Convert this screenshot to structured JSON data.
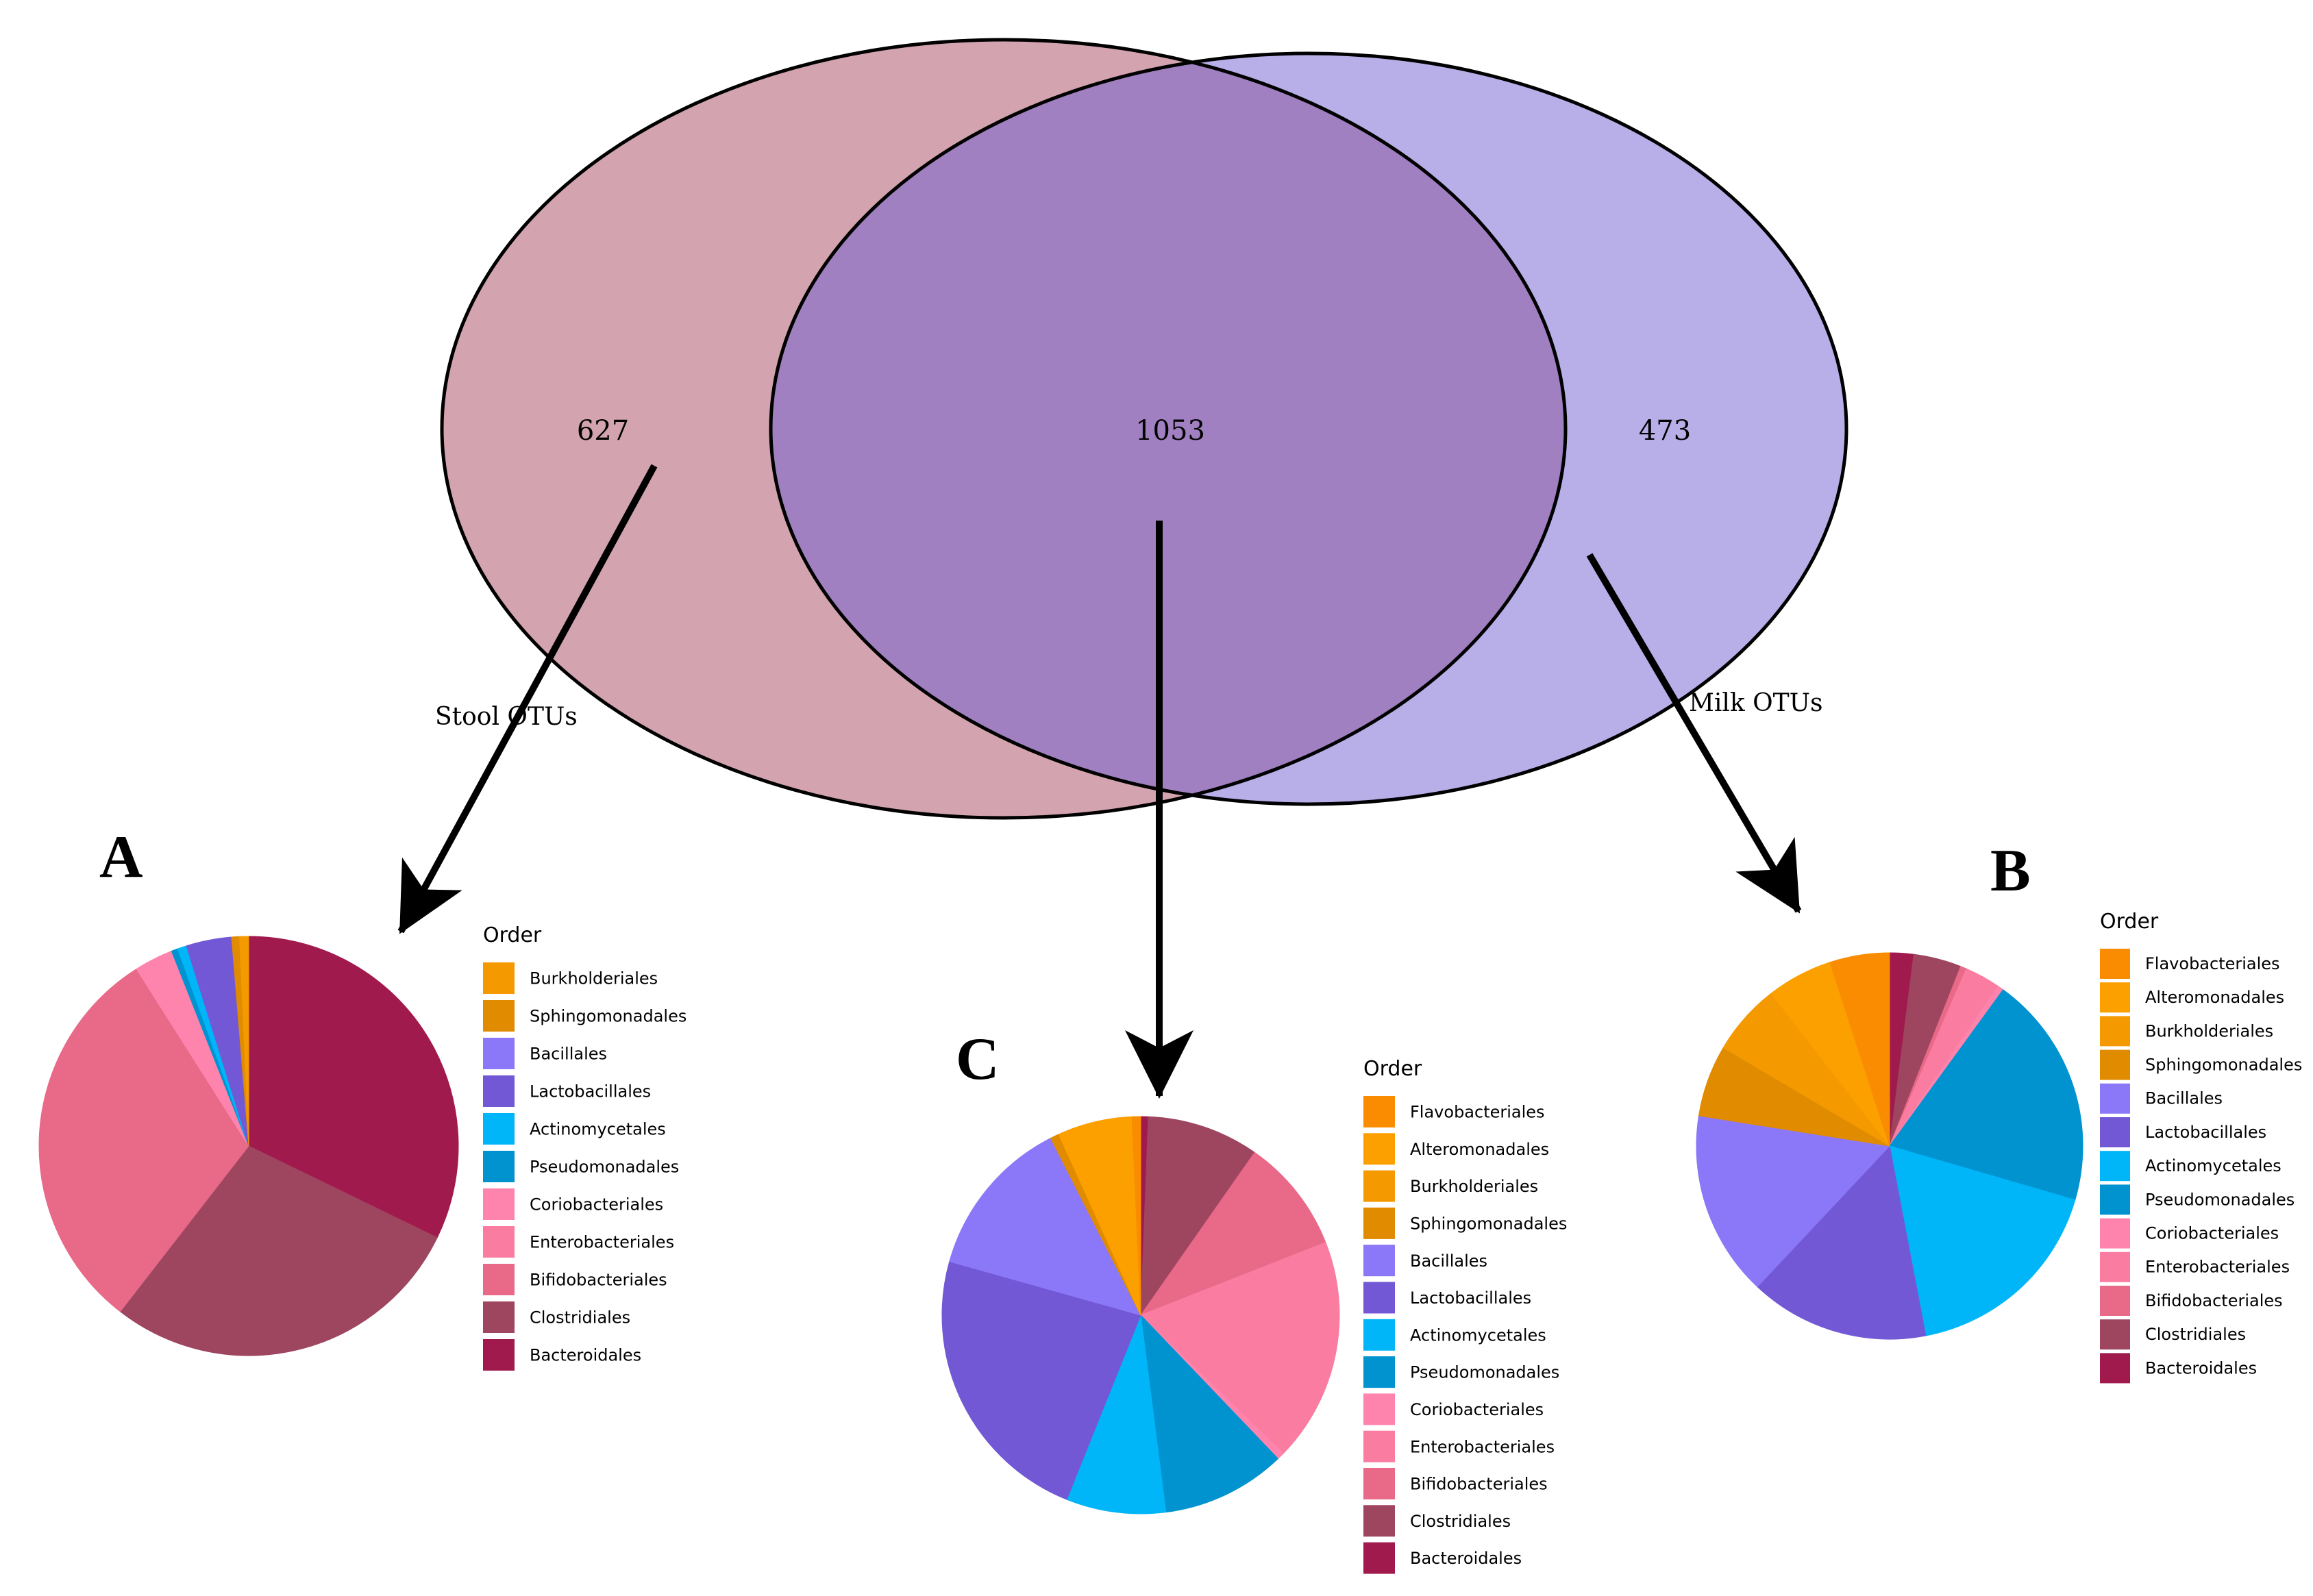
{
  "venn": {
    "left": {
      "count": "627",
      "label": "Stool OTUs",
      "color": "#D3A4AF"
    },
    "overlap": {
      "count": "1053",
      "color": "#A080C0"
    },
    "right": {
      "count": "473",
      "label": "Milk OTUs",
      "color": "#B8AEE8"
    }
  },
  "chart_data": [
    {
      "type": "pie",
      "panel": "A",
      "legend_title": "Order",
      "slices": [
        {
          "label": "Burkholderiales",
          "value": 0.7,
          "color": "#F49A00"
        },
        {
          "label": "Sphingomonadales",
          "value": 0.6,
          "color": "#E08B00"
        },
        {
          "label": "Bacillales",
          "value": 0.0,
          "color": "#8B78F8"
        },
        {
          "label": "Lactobacillales",
          "value": 3.5,
          "color": "#7358D6"
        },
        {
          "label": "Actinomycetales",
          "value": 0.7,
          "color": "#00B6F8"
        },
        {
          "label": "Pseudomonadales",
          "value": 0.5,
          "color": "#0093D0"
        },
        {
          "label": "Coriobacteriales",
          "value": 3.0,
          "color": "#FE84AE"
        },
        {
          "label": "Enterobacteriales",
          "value": 0.0,
          "color": "#FA7CA0"
        },
        {
          "label": "Bifidobacteriales",
          "value": 30.5,
          "color": "#E86988"
        },
        {
          "label": "Clostridiales",
          "value": 28.3,
          "color": "#9E4560"
        },
        {
          "label": "Bacteroidales",
          "value": 32.2,
          "color": "#A11A4E"
        }
      ]
    },
    {
      "type": "pie",
      "panel": "C",
      "legend_title": "Order",
      "slices": [
        {
          "label": "Flavobacteriales",
          "value": 0.7,
          "color": "#F98C00"
        },
        {
          "label": "Alteromonadales",
          "value": 6.0,
          "color": "#FCA000"
        },
        {
          "label": "Burkholderiales",
          "value": 0.0,
          "color": "#F49A00"
        },
        {
          "label": "Sphingomonadales",
          "value": 0.7,
          "color": "#E08B00"
        },
        {
          "label": "Bacillales",
          "value": 13.0,
          "color": "#8B78F8"
        },
        {
          "label": "Lactobacillales",
          "value": 23.0,
          "color": "#7358D6"
        },
        {
          "label": "Actinomycetales",
          "value": 8.0,
          "color": "#00B6F8"
        },
        {
          "label": "Pseudomonadales",
          "value": 10.0,
          "color": "#0093D0"
        },
        {
          "label": "Coriobacteriales",
          "value": 0.6,
          "color": "#FE84AE"
        },
        {
          "label": "Enterobacteriales",
          "value": 18.0,
          "color": "#FA7CA0"
        },
        {
          "label": "Bifidobacteriales",
          "value": 9.2,
          "color": "#E86988"
        },
        {
          "label": "Clostridiales",
          "value": 9.0,
          "color": "#9E4560"
        },
        {
          "label": "Bacteroidales",
          "value": 0.6,
          "color": "#A11A4E"
        }
      ]
    },
    {
      "type": "pie",
      "panel": "B",
      "legend_title": "Order",
      "slices": [
        {
          "label": "Flavobacteriales",
          "value": 5.0,
          "color": "#F98C00"
        },
        {
          "label": "Alteromonadales",
          "value": 5.5,
          "color": "#FCA000"
        },
        {
          "label": "Burkholderiales",
          "value": 6.0,
          "color": "#F49A00"
        },
        {
          "label": "Sphingomonadales",
          "value": 6.0,
          "color": "#E08B00"
        },
        {
          "label": "Bacillales",
          "value": 15.5,
          "color": "#8B78F8"
        },
        {
          "label": "Lactobacillales",
          "value": 15.0,
          "color": "#7358D6"
        },
        {
          "label": "Actinomycetales",
          "value": 17.5,
          "color": "#00B6F8"
        },
        {
          "label": "Pseudomonadales",
          "value": 19.5,
          "color": "#0093D0"
        },
        {
          "label": "Coriobacteriales",
          "value": 0.5,
          "color": "#FE84AE"
        },
        {
          "label": "Enterobacteriales",
          "value": 3.0,
          "color": "#FA7CA0"
        },
        {
          "label": "Bifidobacteriales",
          "value": 0.5,
          "color": "#E86988"
        },
        {
          "label": "Clostridiales",
          "value": 4.0,
          "color": "#9E4560"
        },
        {
          "label": "Bacteroidales",
          "value": 2.0,
          "color": "#A11A4E"
        }
      ]
    }
  ]
}
